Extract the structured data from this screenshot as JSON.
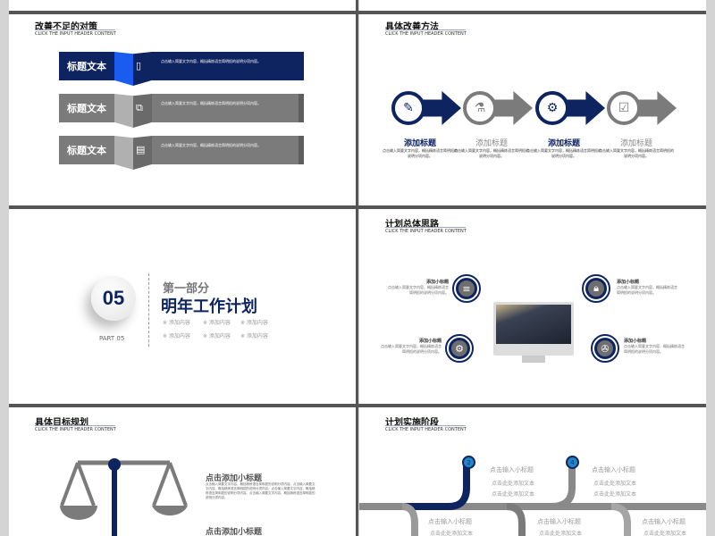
{
  "slide_improve": {
    "title": "改善不足的对策",
    "subtitle": "CLICK THE INPUT HEADER CONTENT",
    "rows": [
      {
        "label": "标题文本",
        "text": "点击输入简要文字内容，概括精炼语言简明扼的说明分项内容。",
        "icon": "phone-dollar-icon",
        "active": true
      },
      {
        "label": "标题文本",
        "text": "点击输入简要文字内容，概括精炼语言简明扼的说明分项内容。",
        "icon": "devices-icon",
        "active": false
      },
      {
        "label": "标题文本",
        "text": "点击输入简要文字内容，概括精炼语言简明扼的说明分项内容。",
        "icon": "clipboard-list-icon",
        "active": false
      }
    ]
  },
  "slide_method": {
    "title": "具体改善方法",
    "subtitle": "CLICK THE INPUT HEADER CONTENT",
    "steps": [
      {
        "title": "添加标题",
        "text": "点击输入简要文字内容，概括精炼语言简明扼的说明分项内容。",
        "icon": "edit-icon",
        "active": true
      },
      {
        "title": "添加标题",
        "text": "点击输入简要文字内容，概括精炼语言简明扼的说明分项内容。",
        "icon": "flask-icon",
        "active": false
      },
      {
        "title": "添加标题",
        "text": "点击输入简要文字内容，概括精炼语言简明扼的说明分项内容。",
        "icon": "gears-icon",
        "active": true
      },
      {
        "title": "添加标题",
        "text": "点击输入简要文字内容，概括精炼语言简明扼的说明分项内容。",
        "icon": "clipboard-check-icon",
        "active": false
      }
    ]
  },
  "slide_part": {
    "number": "05",
    "part_label": "PART 05",
    "kicker": "第一部分",
    "title": "明年工作计划",
    "items": [
      "※ 添加内容",
      "※ 添加内容",
      "※ 添加内容",
      "※ 添加内容",
      "※ 添加内容",
      "※ 添加内容"
    ]
  },
  "slide_overall": {
    "title": "计划总体思路",
    "subtitle": "CLICK THE INPUT HEADER CONTENT",
    "notes": [
      {
        "title": "添加小标题",
        "text": "点击输入简要文字内容，概括精炼语言简明扼的说明分项内容。",
        "icon": "menu-icon"
      },
      {
        "title": "添加小标题",
        "text": "点击输入简要文字内容，概括精炼语言简明扼的说明分项内容。",
        "icon": "lock-icon"
      },
      {
        "title": "添加小标题",
        "text": "点击输入简要文字内容，概括精炼语言简明扼的说明分项内容。",
        "icon": "gear-icon"
      },
      {
        "title": "添加小标题",
        "text": "点击输入简要文字内容，概括精炼语言简明扼的说明分项内容。",
        "icon": "aperture-icon"
      }
    ]
  },
  "slide_goal": {
    "title": "具体目标规划",
    "subtitle": "CLICK THE INPUT HEADER CONTENT",
    "items": [
      {
        "title": "点击添加小标题",
        "text": "点击输入简要文字内容，概括精炼语言简明扼的说明分项内容。点击输入简要文字内容，概括精炼语言简明扼的说明分项内容。点击输入简要文字内容，概括精炼语言简明扼的说明分项内容。点击输入简要文字内容，概括精炼语言简明扼的说明分项内容。"
      },
      {
        "title": "点击添加小标题"
      }
    ]
  },
  "slide_phase": {
    "title": "计划实施阶段",
    "subtitle": "CLICK THE INPUT HEADER CONTENT",
    "markers": [
      "2",
      "4"
    ],
    "blocks": [
      {
        "title": "点击输入小标题",
        "lines": [
          "点击此处添加文本",
          "点击此处添加文本"
        ]
      },
      {
        "title": "点击输入小标题",
        "lines": [
          "点击此处添加文本",
          "点击此处添加文本"
        ]
      },
      {
        "title": "点击输入小标题",
        "lines": [
          "点击此处添加文本"
        ]
      },
      {
        "title": "点击输入小标题",
        "lines": [
          "点击此处添加文本"
        ]
      },
      {
        "title": "点击输入小标题",
        "lines": [
          "点击此处添加文本"
        ]
      }
    ]
  },
  "colors": {
    "navy": "#0e2461",
    "blue": "#1a5cf0",
    "gray": "#7b7b7b",
    "marker": "#1f86c8"
  }
}
